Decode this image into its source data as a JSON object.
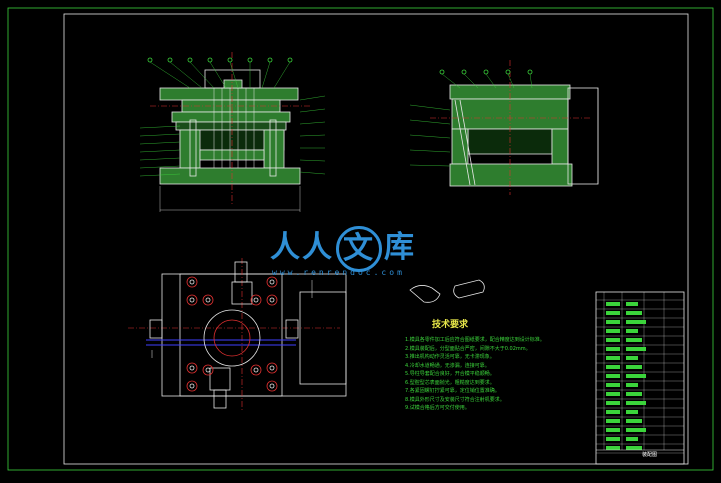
{
  "drawing": {
    "colors": {
      "background": "#000000",
      "border": "#3bd43b",
      "fill_green": "#2e7d2e",
      "line_white": "#e8e8e8",
      "centerline_red": "#e03030",
      "dimension_blue": "#4040ff",
      "leader_green": "#3bd43b",
      "watermark_blue": "#2f8fd6"
    },
    "views": [
      "front-section-view",
      "side-section-view",
      "plan-view"
    ]
  },
  "watermark": {
    "ren1": "人",
    "ren2": "人",
    "wen": "文",
    "ku": "库",
    "url": "www.renrendoc.com"
  },
  "technical_requirements": {
    "title": "技术要求",
    "lines": [
      "1.模具各零件加工后应符合图纸要求，配合精度达到设计标准。",
      "2.模具装配后，分型面贴合严密，间隙不大于0.02mm。",
      "3.推出机构动作灵活可靠，无卡滞现象。",
      "4.冷却水道畅通，无渗漏，连接可靠。",
      "5.导柱导套配合良好，开合模平稳顺畅。",
      "6.型腔型芯表面抛光，粗糙度达到要求。",
      "7.各紧固螺钉拧紧可靠，定位销位置准确。",
      "8.模具外形尺寸及安装尺寸符合注射机要求。",
      "9.试模合格后方可交付使用。"
    ]
  },
  "title_block": {
    "name": "装配图"
  }
}
